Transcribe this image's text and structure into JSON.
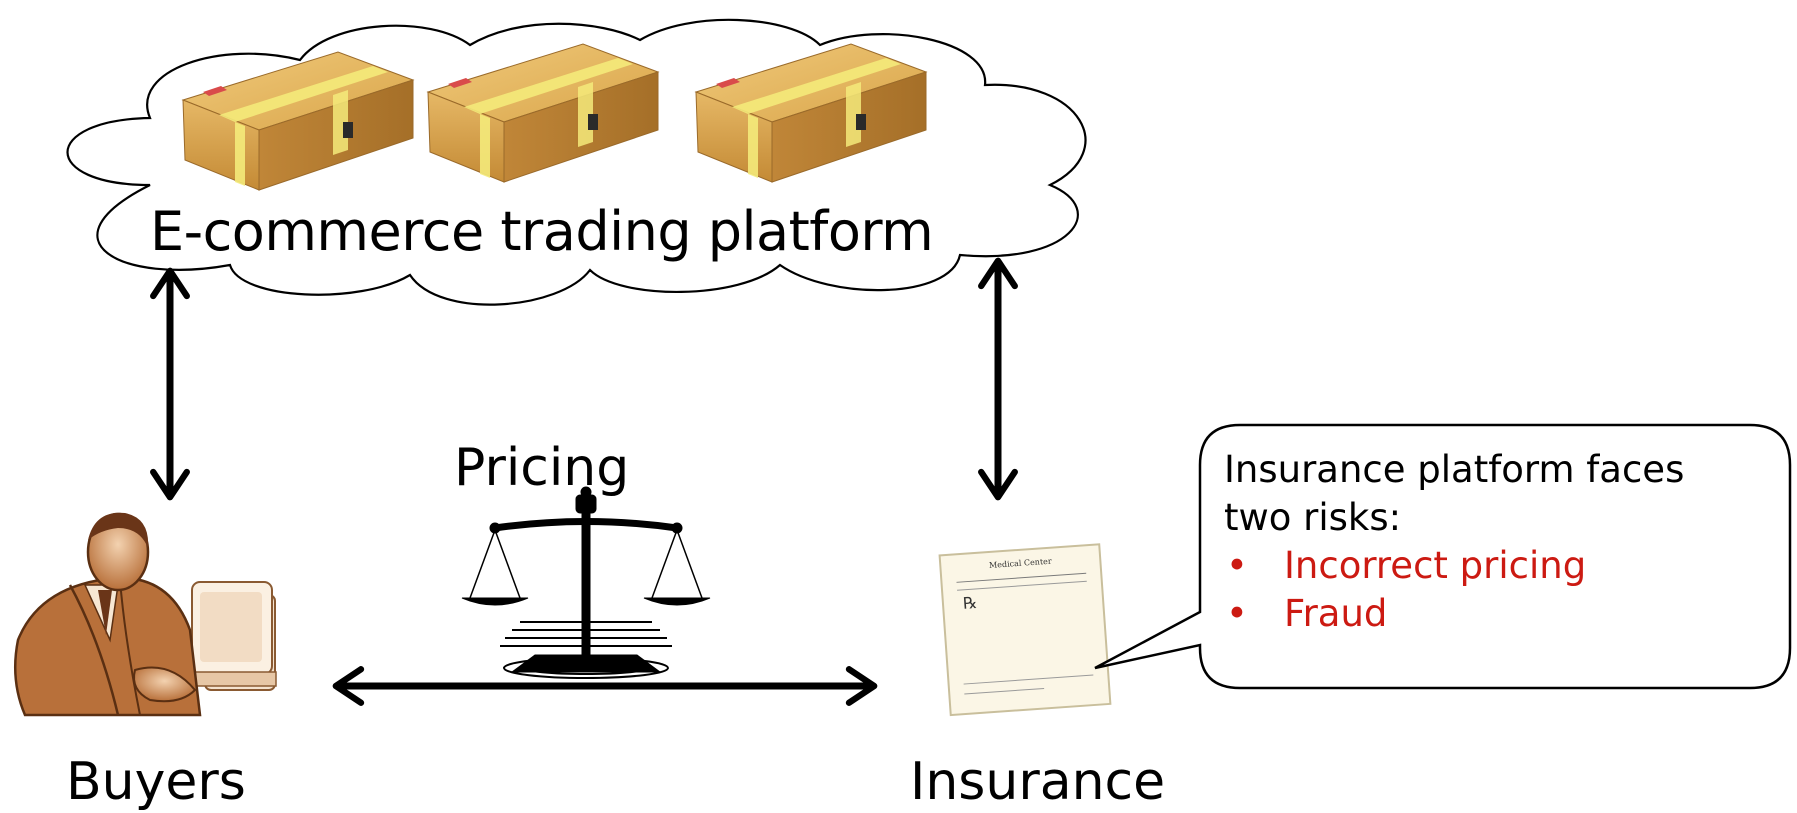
{
  "platform": {
    "label": "E-commerce trading platform"
  },
  "pricing": {
    "label": "Pricing"
  },
  "buyers": {
    "label": "Buyers"
  },
  "insurance": {
    "label": "Insurance",
    "document": {
      "header": "Medical Center",
      "rx": "℞"
    }
  },
  "callout": {
    "line1": "Insurance platform faces",
    "line2": "two risks:",
    "risks": [
      "Incorrect pricing",
      "Fraud"
    ]
  },
  "colors": {
    "risk_text": "#cc1a12",
    "arrow": "#000000",
    "package": "#d9a94e",
    "tape": "#f4ea7a"
  }
}
